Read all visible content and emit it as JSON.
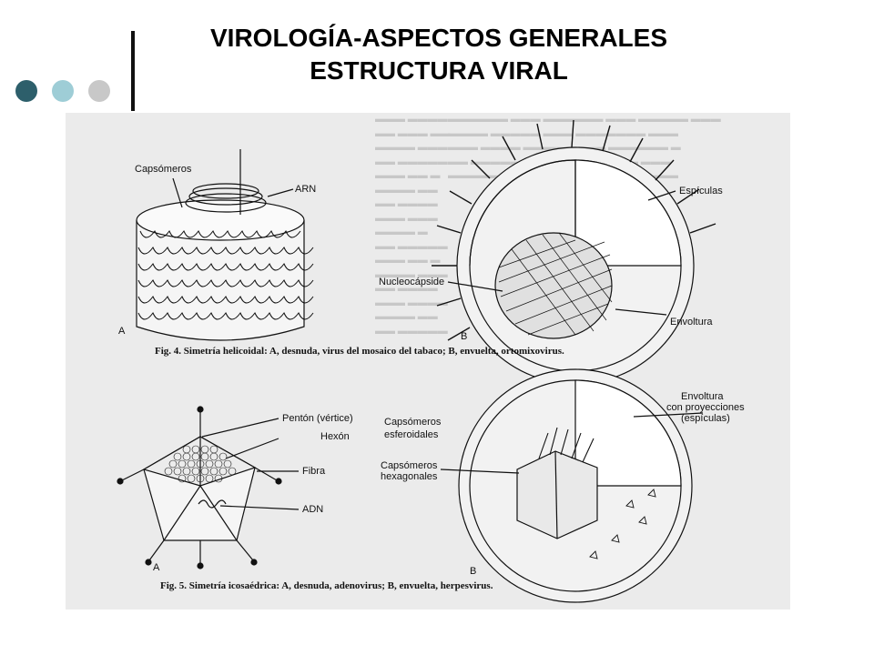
{
  "slide": {
    "title_line1": "VIROLOGÍA-ASPECTOS GENERALES",
    "title_line2": "ESTRUCTURA VIRAL",
    "dots": [
      {
        "color": "#2d5f6b"
      },
      {
        "color": "#9ecdd6"
      },
      {
        "color": "#c8c8c8"
      }
    ]
  },
  "figure4": {
    "labels": {
      "capsomeros": "Capsómeros",
      "arn": "ARN",
      "espiculas": "Espículas",
      "nucleocapside": "Nucleocápside",
      "envoltura": "Envoltura",
      "panel_a": "A",
      "panel_b": "B"
    },
    "caption": "Fig. 4. Simetría helicoidal: A, desnuda, virus del mosaico del tabaco; B, envuelta, ortomixovirus."
  },
  "figure5": {
    "labels": {
      "penton": "Pentón (vértice)",
      "hexon": "Hexón",
      "capsomeros_esferoidales_1": "Capsómeros",
      "capsomeros_esferoidales_2": "esferoidales",
      "fibra": "Fibra",
      "adn": "ADN",
      "envoltura_1": "Envoltura",
      "envoltura_2": "con proyecciones",
      "envoltura_3": "(espículas)",
      "capsomeros_hex_1": "Capsómeros",
      "capsomeros_hex_2": "hexagonales",
      "panel_a": "A",
      "panel_b": "B"
    },
    "caption": "Fig. 5. Simetría icosaédrica: A, desnuda, adenovirus; B, envuelta, herpesvirus."
  }
}
